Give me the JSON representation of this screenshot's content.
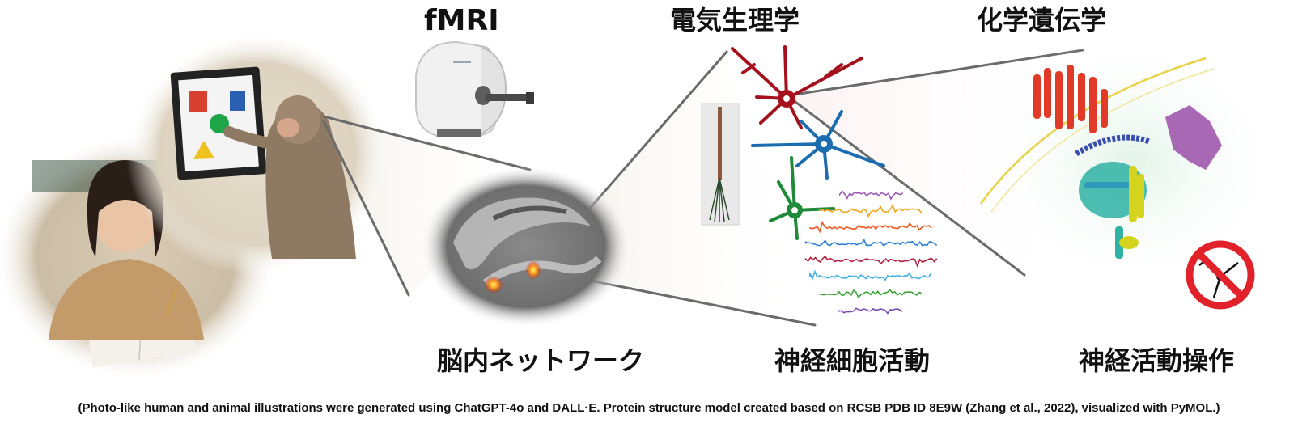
{
  "labels": {
    "fmri": "fMRI",
    "electrophysiology": "電気生理学",
    "chemogenetics": "化学遺伝学",
    "brain_network": "脳内ネットワーク",
    "neuronal_activity": "神経細胞活動",
    "neural_manipulation": "神経活動操作"
  },
  "caption": "(Photo-like human and animal illustrations were generated using ChatGPT-4o and DALL·E. Protein structure model created based on RCSB PDB ID 8E9W (Zhang et al., 2022), visualized with PyMOL.)",
  "colors": {
    "neuron_top": "#a5121e",
    "neuron_middle": "#1b6db0",
    "neuron_bottom": "#1e8a3a",
    "fmri_activation": "#ff9a1a",
    "prohibition": "#e2222b",
    "spike_traces": [
      "#9b59b6",
      "#f2a51a",
      "#ef5a24",
      "#2a7fd0",
      "#b21d3e",
      "#42b0e0",
      "#3ea53b",
      "#7b4fb0"
    ]
  }
}
